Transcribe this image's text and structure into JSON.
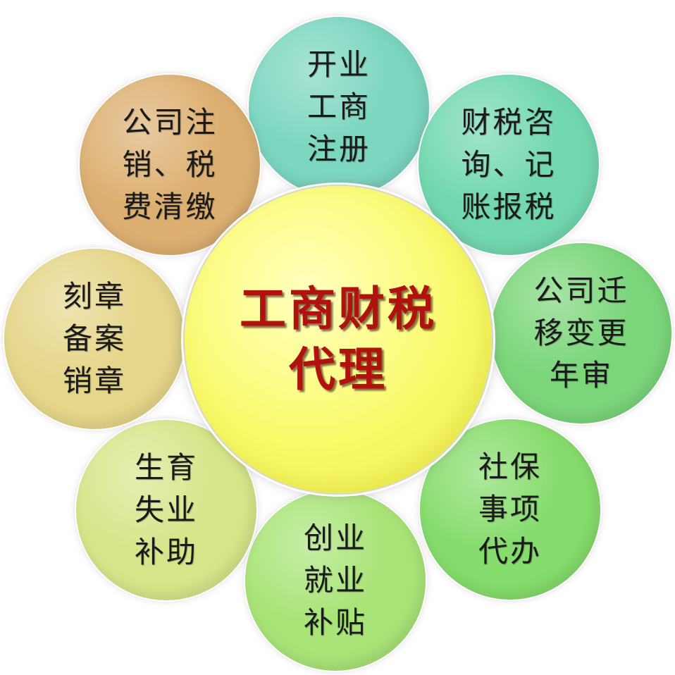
{
  "center": {
    "lines": [
      "工商财税",
      "代理"
    ],
    "color": "#fafa6a"
  },
  "services": [
    {
      "id": "business-registration",
      "lines": [
        "开业",
        "工商",
        "注册"
      ],
      "color": "#7cd6c0"
    },
    {
      "id": "tax-consulting",
      "lines": [
        "财税咨",
        "询、记",
        "账报税"
      ],
      "color": "#72d8b0"
    },
    {
      "id": "company-relocation",
      "lines": [
        "公司迁",
        "移变更",
        "年审"
      ],
      "color": "#7bd67a"
    },
    {
      "id": "social-security",
      "lines": [
        "社保",
        "事项",
        "代办"
      ],
      "color": "#86dc6c"
    },
    {
      "id": "startup-subsidy",
      "lines": [
        "创业",
        "就业",
        "补贴"
      ],
      "color": "#a9e478"
    },
    {
      "id": "maternity-unemployment",
      "lines": [
        "生育",
        "失业",
        "补助"
      ],
      "color": "#d6e68a"
    },
    {
      "id": "seal-services",
      "lines": [
        "刻章",
        "备案",
        "销章"
      ],
      "color": "#e6d68a"
    },
    {
      "id": "company-deregistration",
      "lines": [
        "公司注",
        "销、税",
        "费清缴"
      ],
      "color": "#ddb072"
    }
  ]
}
